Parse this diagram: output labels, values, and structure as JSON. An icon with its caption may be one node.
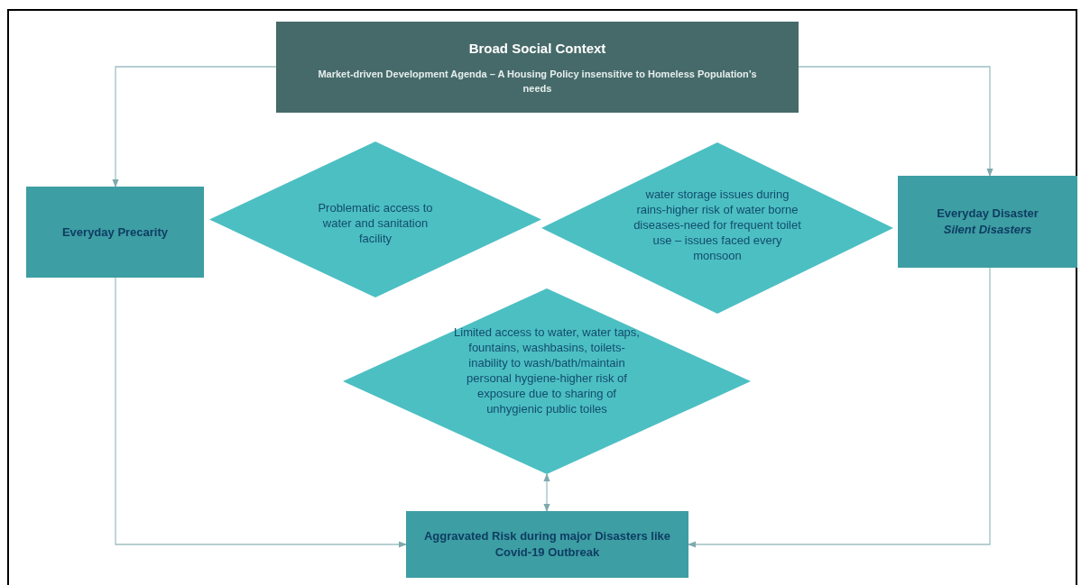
{
  "diagram": {
    "nodes": [
      {
        "text": [
          "Broad Social Context",
          "Market-driven Development Agenda – A Housing Policy insensitive to Homeless Population’s needs"
        ]
      },
      {
        "text": [
          "Everyday Precarity"
        ]
      },
      {
        "text": [
          "Problematic access to water and sanitation facility"
        ]
      },
      {
        "text": [
          "water storage issues during rains-higher risk of water borne diseases-need for frequent toilet use – issues faced every monsoon"
        ]
      },
      {
        "text": [
          "Everyday Disaster",
          "Silent Disasters"
        ]
      },
      {
        "text": [
          "Limited access to water, water taps, fountains, washbasins, toilets-inability to wash/bath/maintain personal hygiene-higher risk of exposure due to sharing of unhygienic public toiles"
        ]
      },
      {
        "text": [
          "Aggravated Risk during major Disasters like Covid-19 Outbreak"
        ]
      }
    ],
    "edges": [
      {
        "from": 0,
        "to": 1,
        "arrow": "to"
      },
      {
        "from": 0,
        "to": 4,
        "arrow": "to"
      },
      {
        "from": 1,
        "to": 6,
        "arrow": "to"
      },
      {
        "from": 4,
        "to": 6,
        "arrow": "to"
      },
      {
        "from": 5,
        "to": 6,
        "arrow": "both"
      }
    ]
  }
}
